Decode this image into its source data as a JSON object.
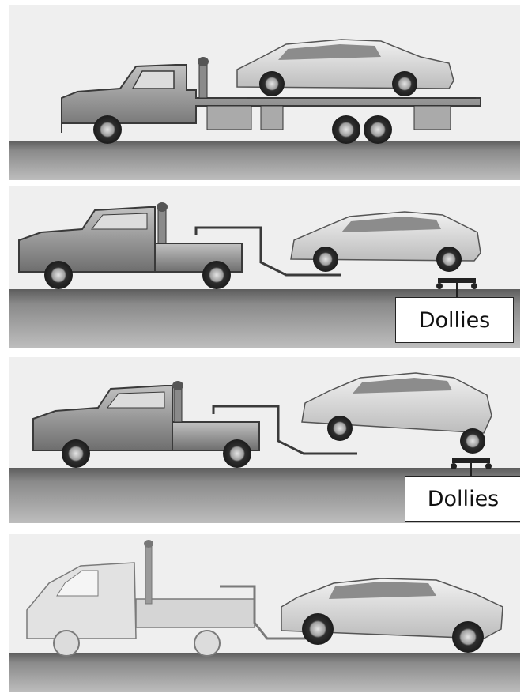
{
  "panels": [
    {
      "method": "flatbed"
    },
    {
      "method": "wheel-lift-with-dollies",
      "label": "Dollies"
    },
    {
      "method": "wheel-lift-with-dollies",
      "label": "Dollies"
    },
    {
      "method": "wheel-lift-front-raised"
    }
  ],
  "colors": {
    "background": "#efefef",
    "ground": "#6f6f6f",
    "outline": "#3a3a3a",
    "truck_body": "#9a9a9a",
    "car_body": "#d9d9d9"
  }
}
